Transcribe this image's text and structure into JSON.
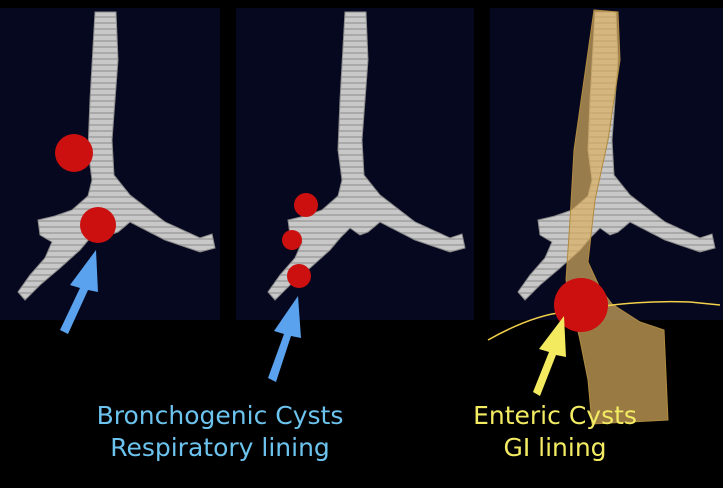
{
  "colors": {
    "background": "#000000",
    "panel": "#06081f",
    "airway": "#c9c9c9",
    "cyst": "#d01010",
    "blue_arrow": "#5aa2ee",
    "yellow_arrow": "#f3ea60",
    "gut": "#d9ae5e",
    "caption_blue": "#6cc3ee",
    "caption_yellow": "#f3ec63"
  },
  "captions": {
    "bronchogenic": {
      "line1": "Bronchogenic Cysts",
      "line2": "Respiratory lining"
    },
    "enteric": {
      "line1": "Enteric Cysts",
      "line2": "GI lining"
    }
  }
}
